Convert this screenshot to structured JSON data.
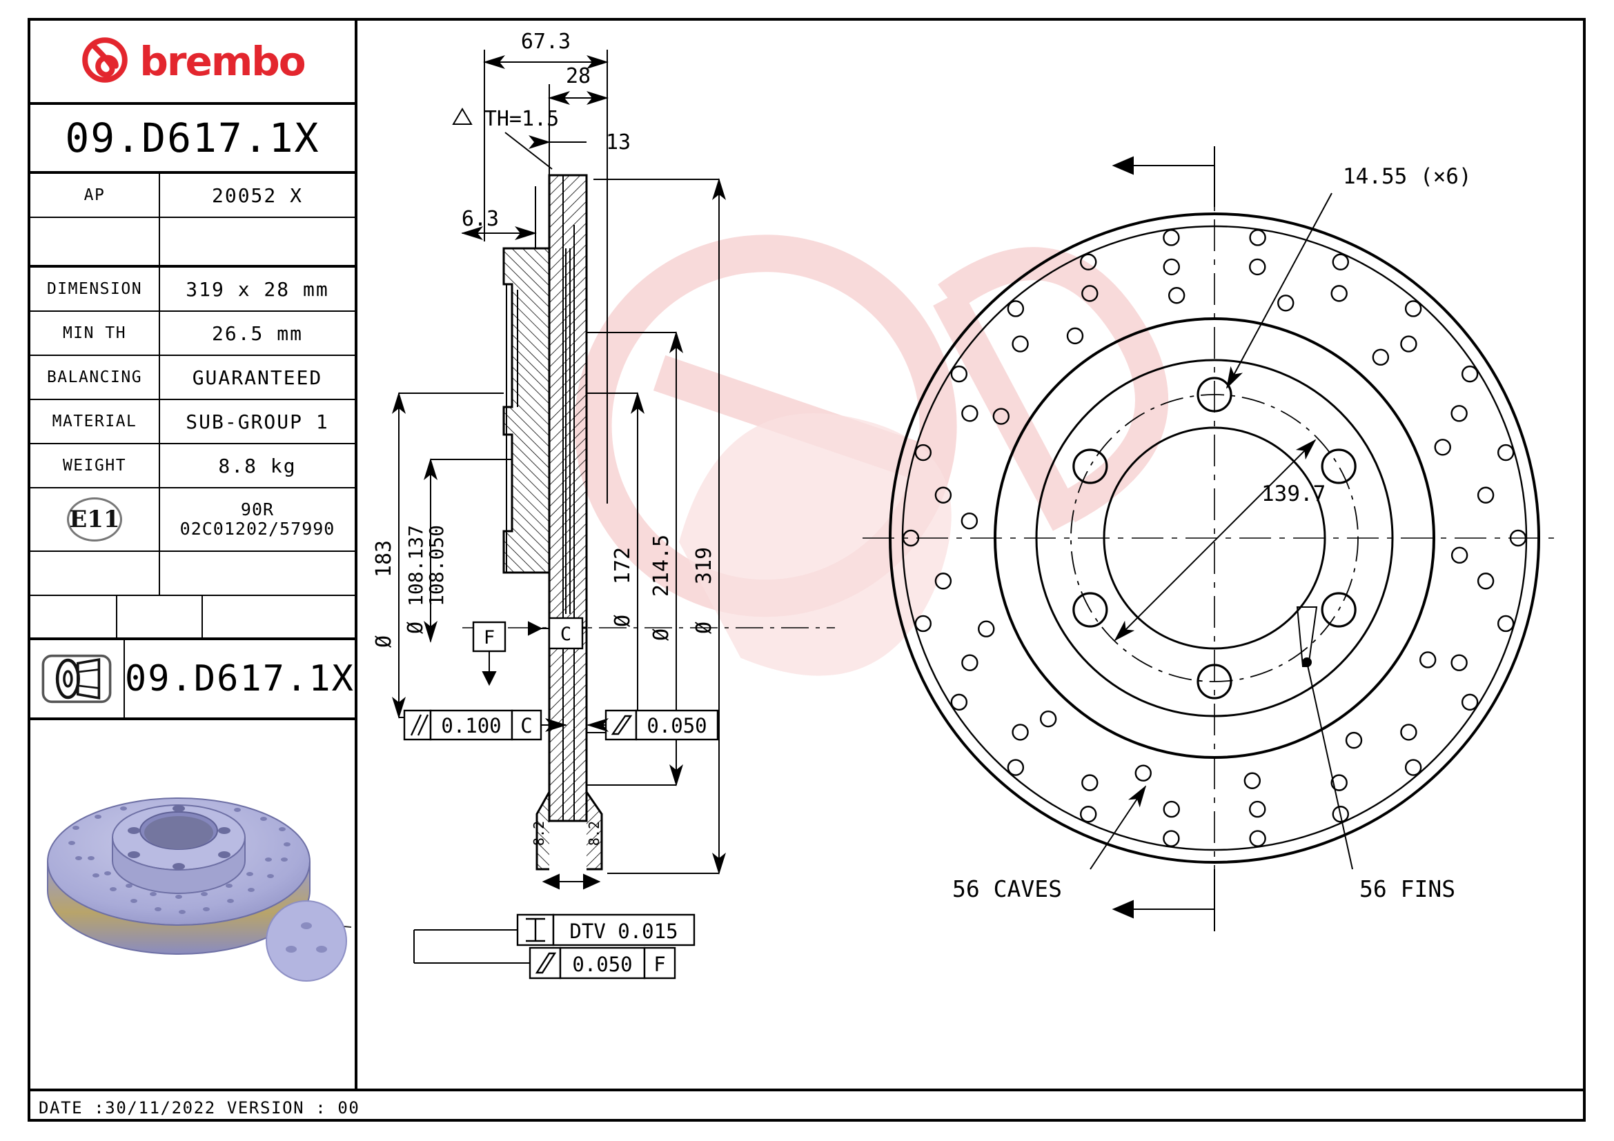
{
  "brand": {
    "name": "brembo",
    "logo_color": "#e3262e",
    "logo_icon": "brembo-b-roundel"
  },
  "part": {
    "number": "09.D617.1X",
    "number_repeat": "09.D617.1X"
  },
  "spec_table": {
    "rows": [
      {
        "label": "AP",
        "value": "20052 X"
      },
      {
        "label": "",
        "value": ""
      },
      {
        "label": "DIMENSION",
        "value": "319 x 28 mm"
      },
      {
        "label": "MIN TH",
        "value": "26.5 mm"
      },
      {
        "label": "BALANCING",
        "value": "GUARANTEED"
      },
      {
        "label": "MATERIAL",
        "value": "SUB-GROUP 1"
      },
      {
        "label": "WEIGHT",
        "value": "8.8 kg"
      }
    ],
    "homologation": {
      "badge": "E11",
      "line1": "90R",
      "line2": "02C01202/57990"
    }
  },
  "footer": {
    "text": "DATE :30/11/2022 VERSION : 00"
  },
  "section_view": {
    "dims": {
      "overall_width": "67.3",
      "disc_thickness": "28",
      "hat_offset": "13",
      "th_variation": "△TH=1.5",
      "hat_step": "6.3",
      "outer_flange_dia": "Ø183",
      "bore_dia_upper": "Ø108.137",
      "bore_dia_lower": "108.050",
      "inner_dia": "Ø172",
      "mid_dia": "Ø214.5",
      "outer_dia": "Ø319",
      "small_1": "8.2",
      "small_2": "8.2"
    },
    "datums": {
      "f": "F",
      "c": "C"
    },
    "gdt": {
      "parallelism": {
        "symbol": "//",
        "tol": "0.100",
        "datum": "C"
      },
      "runout_face": {
        "symbol": "╱",
        "tol": "0.050",
        "datum": ""
      },
      "dtv": {
        "symbol": "⌶",
        "text": "DTV 0.015"
      },
      "runout_bottom": {
        "symbol": "╱",
        "tol": "0.050",
        "datum": "F"
      }
    }
  },
  "face_view": {
    "bolt_hole_dia": "14.55 (×6)",
    "pcd": "139.7",
    "caves_label": "56 CAVES",
    "fins_label": "56 FINS",
    "bolt_hole_count": 6,
    "drill_hole_count": 56
  },
  "thumbnail": {
    "caption": "brake-disc-3d-render",
    "body_color": "#a9abd8",
    "edge_color": "#8f91c4"
  },
  "colors": {
    "line": "#000000",
    "watermark": "#f7d8d8",
    "accent": "#e3262e"
  }
}
